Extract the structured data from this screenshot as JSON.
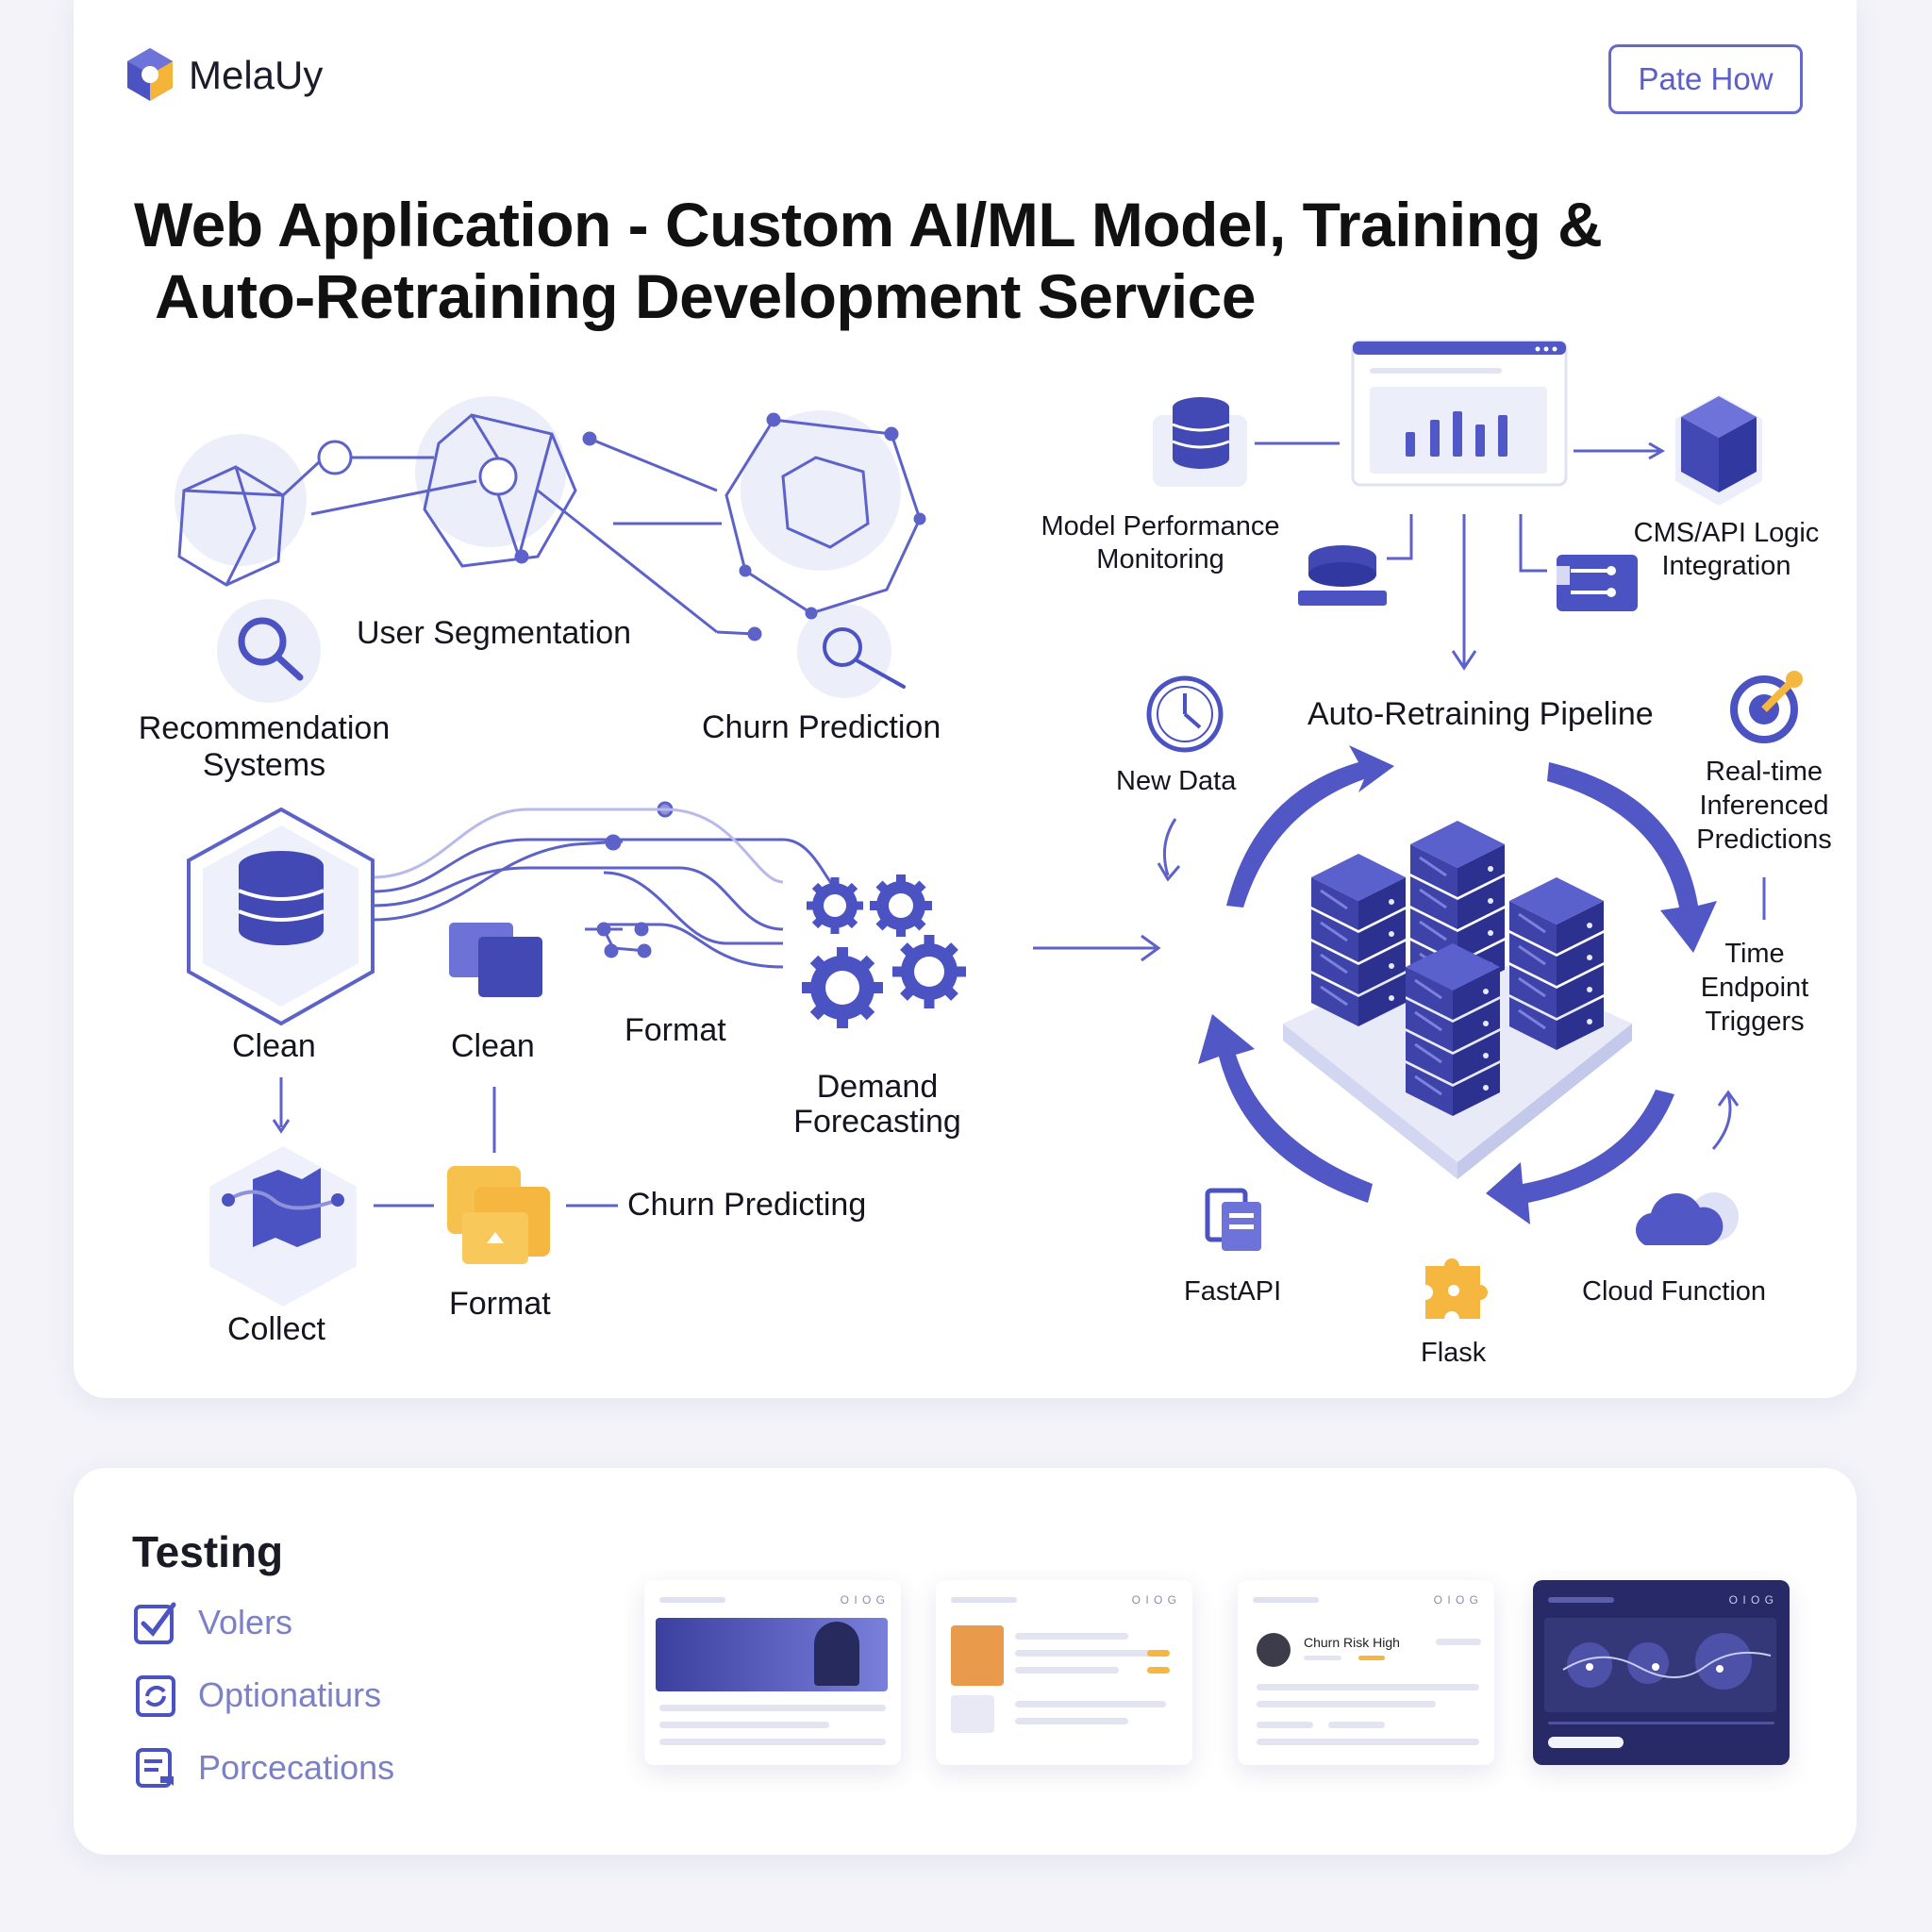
{
  "header": {
    "brand": "MelaUy",
    "cta_label": "Pate How",
    "title_line1": "Web Application - Custom AI/ML Model, Training &",
    "title_line2": "Auto-Retraining Development Service"
  },
  "left_diagram": {
    "user_segmentation": "User Segmentation",
    "recommendation_line1": "Recommendation",
    "recommendation_line2": "Systems",
    "churn_prediction": "Churn Prediction",
    "clean_1": "Clean",
    "clean_2": "Clean",
    "format_1": "Format",
    "demand_line1": "Demand",
    "demand_line2": "Forecasting",
    "collect": "Collect",
    "format_2": "Format",
    "churn_predicting": "Churn Predicting"
  },
  "right_diagram": {
    "model_perf_line1": "Model Performance",
    "model_perf_line2": "Monitoring",
    "cms_line1": "CMS/API Logic",
    "cms_line2": "Integration",
    "pipeline_title": "Auto-Retraining Pipeline",
    "new_data": "New Data",
    "realtime_line1": "Real-time",
    "realtime_line2": "Inferenced",
    "realtime_line3": "Predictions",
    "time_line1": "Time",
    "time_line2": "Endpoint",
    "time_line3": "Triggers",
    "fastapi": "FastAPI",
    "flask": "Flask",
    "cloud_function": "Cloud Function"
  },
  "testing": {
    "title": "Testing",
    "items": [
      "Volers",
      "Optionatiurs",
      "Porcecations"
    ],
    "shot3_text": "Churn Risk High",
    "window_dots": "O I O G"
  },
  "colors": {
    "accent": "#5157c4",
    "accent_dark": "#3d43a8",
    "accent_light": "#e9eaf8",
    "orange": "#f5b73f",
    "dark_card": "#272a66"
  }
}
